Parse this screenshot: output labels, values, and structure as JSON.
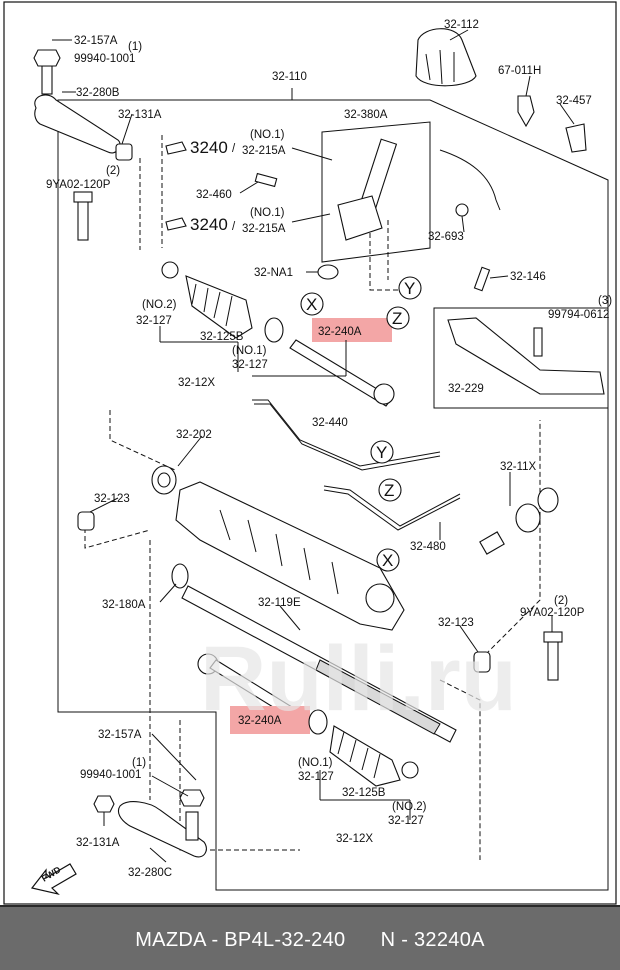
{
  "parts": {
    "p32_157A_top": "32-157A",
    "p_no1_top": "(1)",
    "p99940_top": "99940-1001",
    "p32_280B": "32-280B",
    "p32_131A_top": "32-131A",
    "p_no2_left": "(2)",
    "p9YA02_left": "9YA02-120P",
    "p32_110": "32-110",
    "p32_112": "32-112",
    "p67_011H": "67-011H",
    "p32_457": "32-457",
    "p32_380A": "32-380A",
    "p32_693": "32-693",
    "p32_146": "32-146",
    "p32_NA1": "32-NA1",
    "p3240_a": "3240",
    "p32_215A_a": "32-215A",
    "p_no1_a": "(NO.1)",
    "p3240_b": "3240",
    "p32_215A_b": "32-215A",
    "p_no1_b": "(NO.1)",
    "p32_460": "32-460",
    "p_no2_127": "(NO.2)",
    "p32_127_a": "32-127",
    "p32_125B_a": "32-125B",
    "p_no1_127": "(NO.1)",
    "p32_127_b": "32-127",
    "p32_12X_a": "32-12X",
    "p32_240A_top": "32-240A",
    "p_no3": "(3)",
    "p99794": "99794-0612",
    "p32_229": "32-229",
    "p32_440": "32-440",
    "p32_202": "32-202",
    "p32_123_a": "32-123",
    "p32_11X": "32-11X",
    "p32_480": "32-480",
    "p32_180A": "32-180A",
    "p32_119E": "32-119E",
    "p32_123_b": "32-123",
    "p_no2_right": "(2)",
    "p9YA02_right": "9YA02-120P",
    "p32_240A_bot": "32-240A",
    "p32_157A_bot": "32-157A",
    "p_no1_bot": "(1)",
    "p99940_bot": "99940-1001",
    "p_no1_127c": "(NO.1)",
    "p32_127_c": "32-127",
    "p32_125B_b": "32-125B",
    "p_no2_127d": "(NO.2)",
    "p32_127_d": "32-127",
    "p32_12X_b": "32-12X",
    "p32_131A_bot": "32-131A",
    "p32_280C": "32-280C",
    "fwd": "FWD",
    "circle_x": "X",
    "circle_y": "Y",
    "circle_z": "Z"
  },
  "watermark": "Rulli.ru",
  "footer": "MAZDA - BP4L-32-240      N - 32240A",
  "colors": {
    "highlight": "#f3a6a6",
    "footer_bg": "#6b6b6b",
    "watermark": "#e6e6e6"
  }
}
